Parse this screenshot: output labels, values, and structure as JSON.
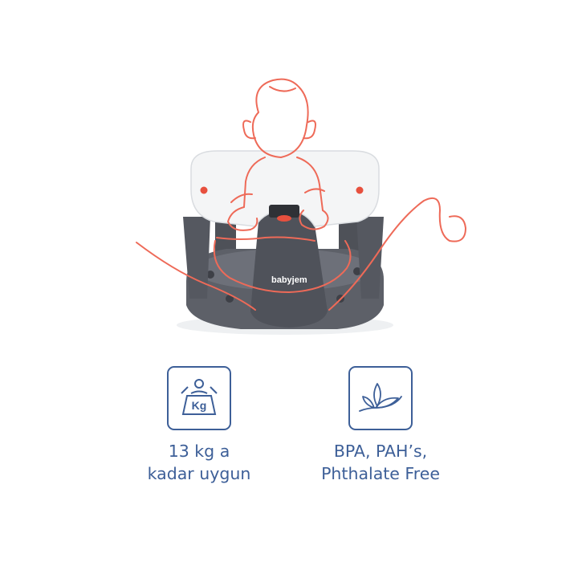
{
  "product": {
    "brand_logo_text": "babyjem",
    "colors": {
      "seat_white": "#f4f5f6",
      "base_gray": "#5d6068",
      "accent_red": "#e7503e",
      "outline_sketch": "#ee6a58",
      "feature_blue": "#3d5f98"
    }
  },
  "features": [
    {
      "icon": "weight-kg-icon",
      "icon_text": "Kg",
      "caption_lines": [
        "13 kg a",
        "kadar uygun"
      ]
    },
    {
      "icon": "leaf-icon",
      "caption_lines": [
        "BPA, PAH’s,",
        "Phthalate Free"
      ]
    }
  ]
}
